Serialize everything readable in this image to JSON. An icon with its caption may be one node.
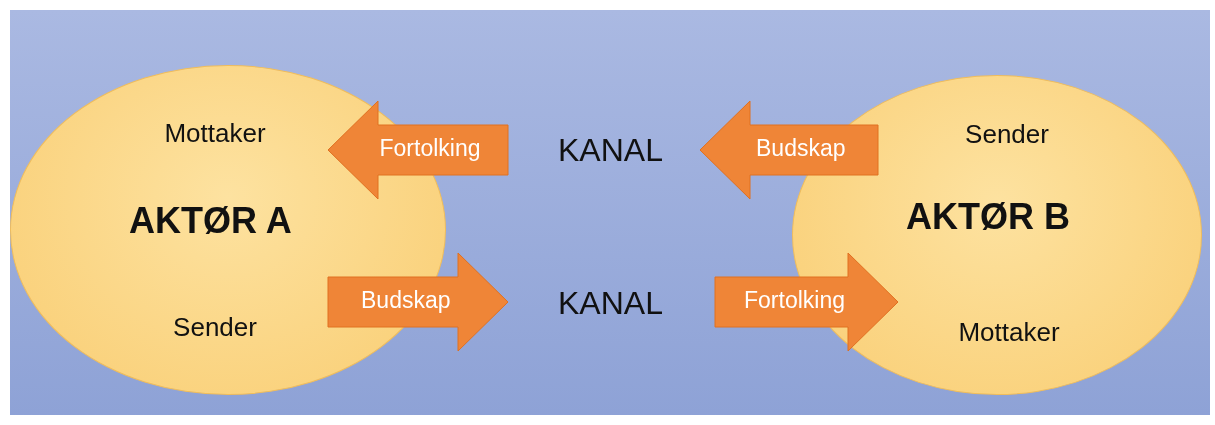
{
  "diagram": {
    "nodes": [
      {
        "text": [
          "AKTØR A"
        ]
      },
      {
        "text": [
          "Mottaker"
        ],
        "in": 0
      },
      {
        "text": [
          "Sender"
        ],
        "in": 0
      },
      {
        "text": [
          "KANAL"
        ]
      },
      {
        "text": [
          "KANAL"
        ]
      },
      {
        "text": [
          "AKTØR B"
        ]
      },
      {
        "text": [
          "Sender"
        ],
        "in": 5
      },
      {
        "text": [
          "Mottaker"
        ],
        "in": 5
      }
    ],
    "edges": [
      {
        "from": 3,
        "to": 1,
        "arrow": "to",
        "label": "Fortolking",
        "style": "thick"
      },
      {
        "from": 6,
        "to": 3,
        "arrow": "to",
        "label": "Budskap",
        "style": "thick"
      },
      {
        "from": 2,
        "to": 4,
        "arrow": "to",
        "label": "Budskap",
        "style": "thick"
      },
      {
        "from": 4,
        "to": 7,
        "arrow": "to",
        "label": "Fortolking",
        "style": "thick"
      }
    ]
  }
}
